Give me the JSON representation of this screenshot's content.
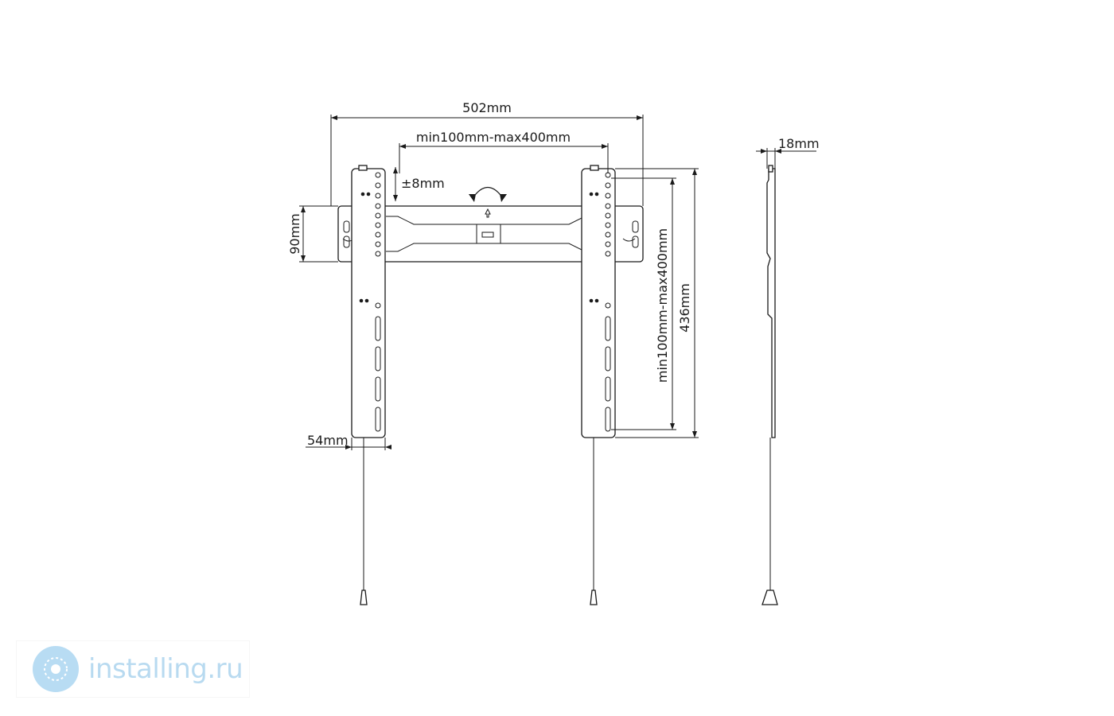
{
  "dimensions": {
    "overall_width": "502mm",
    "vesa_horizontal": "min100mm-max400mm",
    "tilt_adjust": "±8mm",
    "wall_plate_height": "90mm",
    "vesa_vertical": "min100mm-max400mm",
    "arm_height": "436mm",
    "arm_width": "54mm",
    "depth": "18mm"
  },
  "watermark": {
    "text": "installing.ru"
  }
}
